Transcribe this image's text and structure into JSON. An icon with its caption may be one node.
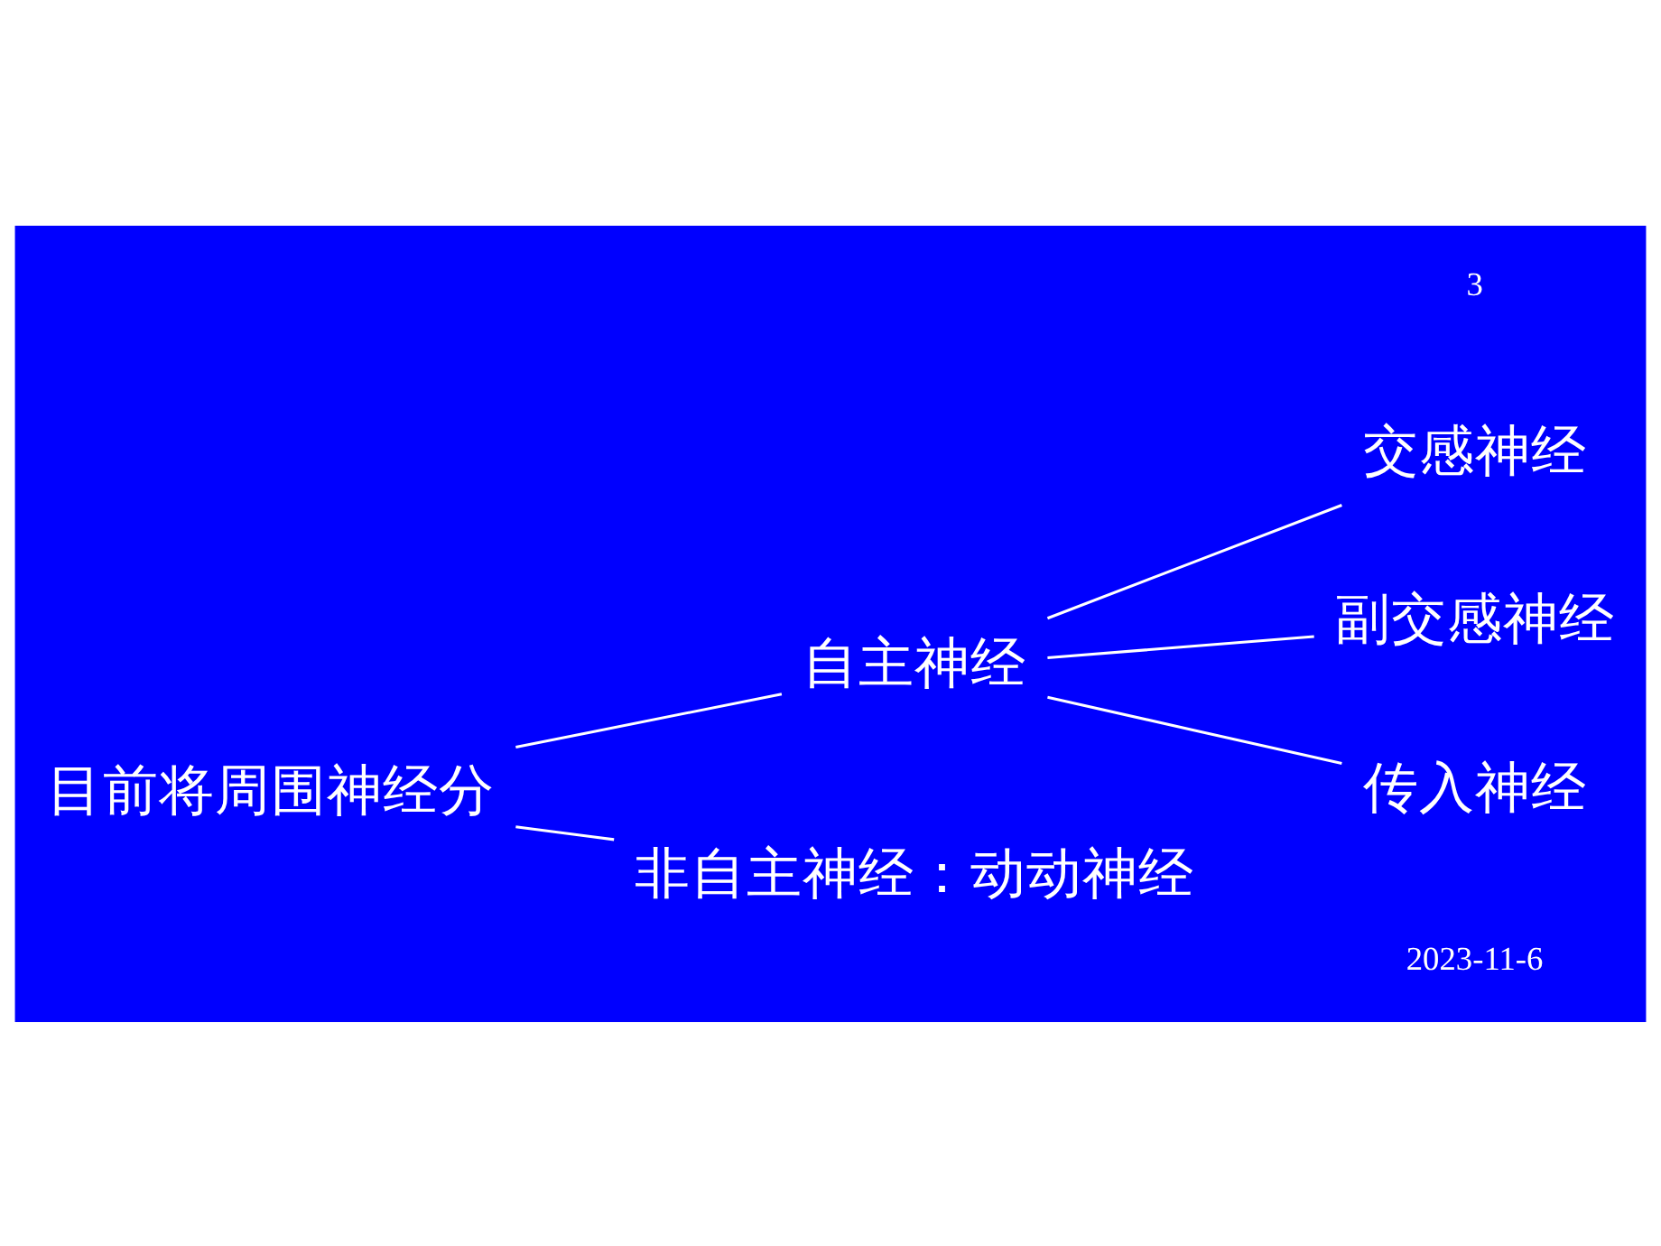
{
  "diagram": {
    "nodes": [
      {
        "text": [
          "目前将周围神经分"
        ]
      },
      {
        "text": [
          "自主神经"
        ]
      },
      {
        "text": [
          "交感神经"
        ]
      },
      {
        "text": [
          "副交感神经"
        ]
      },
      {
        "text": [
          "传入神经"
        ]
      },
      {
        "text": [
          "非自主神经：动动神经"
        ]
      }
    ],
    "edges": [
      {
        "from": 0,
        "to": 1,
        "arrow": "none"
      },
      {
        "from": 0,
        "to": 5,
        "arrow": "none"
      },
      {
        "from": 1,
        "to": 2,
        "arrow": "none"
      },
      {
        "from": 1,
        "to": 3,
        "arrow": "none"
      },
      {
        "from": 1,
        "to": 4,
        "arrow": "none"
      }
    ],
    "labels": [
      "2023-11-6",
      "3"
    ]
  }
}
